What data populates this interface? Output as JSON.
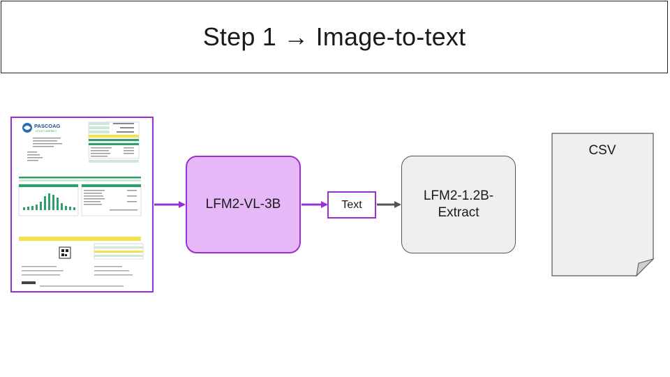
{
  "title": "Step 1 → Image-to-text",
  "document": {
    "logo_text": "PASCOAG",
    "logo_subtext": "UTILITY DISTRICT"
  },
  "nodes": {
    "vision_model": "LFM2-VL-3B",
    "intermediate": "Text",
    "extract_model_line1": "LFM2-1.2B-",
    "extract_model_line2": "Extract",
    "output_file": "CSV"
  },
  "colors": {
    "accent_purple": "#9b2fd6",
    "vision_fill": "#e6b8f7",
    "extract_fill": "#efefef",
    "gray_arrow": "#555555",
    "bill_green": "#2f9e6a",
    "bill_yellow": "#f2e34c"
  }
}
